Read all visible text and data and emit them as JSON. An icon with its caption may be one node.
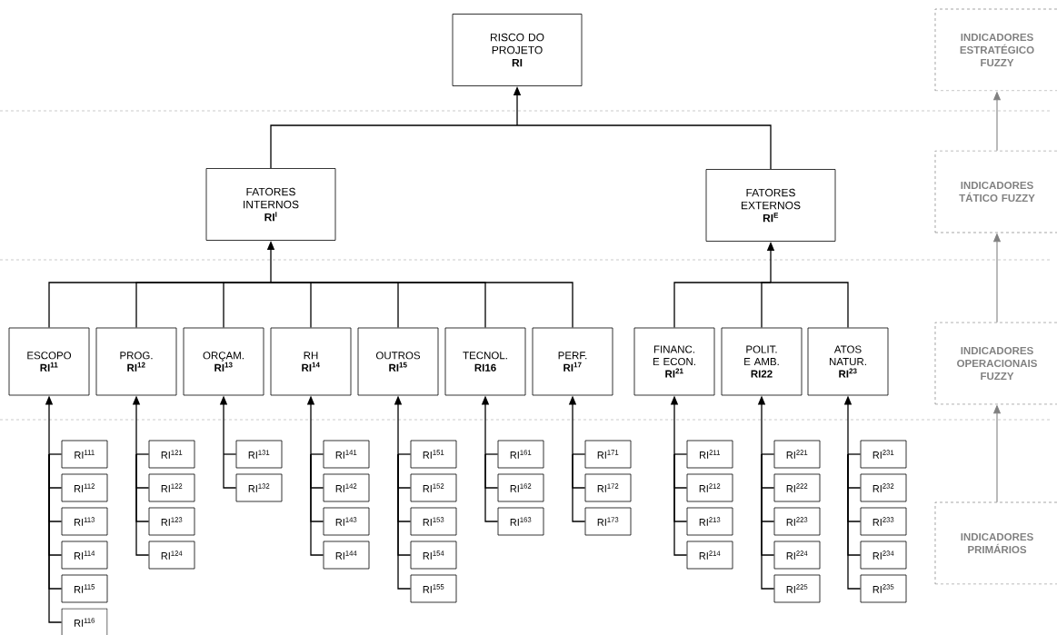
{
  "diagram": {
    "nodes": [
      {
        "text": [
          "RISCO DO PROJETO",
          "RI"
        ]
      },
      {
        "text": [
          "FATORES INTERNOS",
          "RI$^{I}$"
        ]
      },
      {
        "text": [
          "FATORES EXTERNOS",
          "RI$^{E}$"
        ]
      },
      {
        "text": [
          "ESCOPO",
          "RI$^{11}$"
        ]
      },
      {
        "text": [
          "PROG.",
          "RI$^{12}$"
        ]
      },
      {
        "text": [
          "ORÇAM.",
          "RI$^{13}$"
        ]
      },
      {
        "text": [
          "RH",
          "RI$^{14}$"
        ]
      },
      {
        "text": [
          "OUTROS",
          "RI$^{15}$"
        ]
      },
      {
        "text": [
          "TECNOL.",
          "RI16"
        ]
      },
      {
        "text": [
          "PERF.",
          "RI$^{17}$"
        ]
      },
      {
        "text": [
          "FINANC. E ECON.",
          "RI$^{21}$"
        ]
      },
      {
        "text": [
          "POLIT. E AMB.",
          "RI22"
        ]
      },
      {
        "text": [
          "ATOS NATUR.",
          "RI$^{23}$"
        ]
      },
      {
        "text": [
          "RI$^{111}$"
        ]
      },
      {
        "text": [
          "RI$^{112}$"
        ]
      },
      {
        "text": [
          "RI$^{113}$"
        ]
      },
      {
        "text": [
          "RI$^{114}$"
        ]
      },
      {
        "text": [
          "RI$^{115}$"
        ]
      },
      {
        "text": [
          "RI$^{116}$"
        ]
      },
      {
        "text": [
          "RI$^{121}$"
        ]
      },
      {
        "text": [
          "RI$^{122}$"
        ]
      },
      {
        "text": [
          "RI$^{123}$"
        ]
      },
      {
        "text": [
          "RI$^{124}$"
        ]
      },
      {
        "text": [
          "RI$^{131}$"
        ]
      },
      {
        "text": [
          "RI$^{132}$"
        ]
      },
      {
        "text": [
          "RI$^{141}$"
        ]
      },
      {
        "text": [
          "RI$^{142}$"
        ]
      },
      {
        "text": [
          "RI$^{143}$"
        ]
      },
      {
        "text": [
          "RI$^{144}$"
        ]
      },
      {
        "text": [
          "RI$^{151}$"
        ]
      },
      {
        "text": [
          "RI$^{152}$"
        ]
      },
      {
        "text": [
          "RI$^{153}$"
        ]
      },
      {
        "text": [
          "RI$^{154}$"
        ]
      },
      {
        "text": [
          "RI$^{155}$"
        ]
      },
      {
        "text": [
          "RI$^{161}$"
        ]
      },
      {
        "text": [
          "RI$^{162}$"
        ]
      },
      {
        "text": [
          "RI$^{163}$"
        ]
      },
      {
        "text": [
          "RI$^{171}$"
        ]
      },
      {
        "text": [
          "RI$^{172}$"
        ]
      },
      {
        "text": [
          "RI$^{173}$"
        ]
      },
      {
        "text": [
          "RI$^{211}$"
        ]
      },
      {
        "text": [
          "RI$^{212}$"
        ]
      },
      {
        "text": [
          "RI$^{213}$"
        ]
      },
      {
        "text": [
          "RI$^{214}$"
        ]
      },
      {
        "text": [
          "RI$^{221}$"
        ]
      },
      {
        "text": [
          "RI$^{222}$"
        ]
      },
      {
        "text": [
          "RI$^{223}$"
        ]
      },
      {
        "text": [
          "RI$^{224}$"
        ]
      },
      {
        "text": [
          "RI$^{225}$"
        ]
      },
      {
        "text": [
          "RI$^{231}$"
        ]
      },
      {
        "text": [
          "RI$^{232}$"
        ]
      },
      {
        "text": [
          "RI$^{233}$"
        ]
      },
      {
        "text": [
          "RI$^{234}$"
        ]
      },
      {
        "text": [
          "RI$^{235}$"
        ]
      },
      {
        "text": [
          "INDICADORES ESTRATÉGICO FUZZY"
        ]
      },
      {
        "text": [
          "INDICADORES TÁTICO FUZZY"
        ]
      },
      {
        "text": [
          "INDICADORES OPERACIONAIS FUZZY"
        ]
      },
      {
        "text": [
          "INDICADORES PRIMÁRIOS"
        ]
      }
    ],
    "edges": [
      {
        "from": 1,
        "to": 0,
        "arrow": "to"
      },
      {
        "from": 2,
        "to": 0,
        "arrow": "to"
      },
      {
        "from": 3,
        "to": 1,
        "arrow": "to"
      },
      {
        "from": 4,
        "to": 1,
        "arrow": "to"
      },
      {
        "from": 5,
        "to": 1,
        "arrow": "to"
      },
      {
        "from": 6,
        "to": 1,
        "arrow": "to"
      },
      {
        "from": 7,
        "to": 1,
        "arrow": "to"
      },
      {
        "from": 8,
        "to": 1,
        "arrow": "to"
      },
      {
        "from": 9,
        "to": 1,
        "arrow": "to"
      },
      {
        "from": 10,
        "to": 2,
        "arrow": "to"
      },
      {
        "from": 11,
        "to": 2,
        "arrow": "to"
      },
      {
        "from": 12,
        "to": 2,
        "arrow": "to"
      },
      {
        "from": 13,
        "to": 3,
        "arrow": "to"
      },
      {
        "from": 14,
        "to": 3,
        "arrow": "to"
      },
      {
        "from": 15,
        "to": 3,
        "arrow": "to"
      },
      {
        "from": 16,
        "to": 3,
        "arrow": "to"
      },
      {
        "from": 17,
        "to": 3,
        "arrow": "to"
      },
      {
        "from": 18,
        "to": 3,
        "arrow": "to"
      },
      {
        "from": 19,
        "to": 4,
        "arrow": "to"
      },
      {
        "from": 20,
        "to": 4,
        "arrow": "to"
      },
      {
        "from": 21,
        "to": 4,
        "arrow": "to"
      },
      {
        "from": 22,
        "to": 4,
        "arrow": "to"
      },
      {
        "from": 23,
        "to": 5,
        "arrow": "to"
      },
      {
        "from": 24,
        "to": 5,
        "arrow": "to"
      },
      {
        "from": 25,
        "to": 6,
        "arrow": "to"
      },
      {
        "from": 26,
        "to": 6,
        "arrow": "to"
      },
      {
        "from": 27,
        "to": 6,
        "arrow": "to"
      },
      {
        "from": 28,
        "to": 6,
        "arrow": "to"
      },
      {
        "from": 29,
        "to": 7,
        "arrow": "to"
      },
      {
        "from": 30,
        "to": 7,
        "arrow": "to"
      },
      {
        "from": 31,
        "to": 7,
        "arrow": "to"
      },
      {
        "from": 32,
        "to": 7,
        "arrow": "to"
      },
      {
        "from": 33,
        "to": 7,
        "arrow": "to"
      },
      {
        "from": 34,
        "to": 8,
        "arrow": "to"
      },
      {
        "from": 35,
        "to": 8,
        "arrow": "to"
      },
      {
        "from": 36,
        "to": 8,
        "arrow": "to"
      },
      {
        "from": 37,
        "to": 9,
        "arrow": "to"
      },
      {
        "from": 38,
        "to": 9,
        "arrow": "to"
      },
      {
        "from": 39,
        "to": 9,
        "arrow": "to"
      },
      {
        "from": 40,
        "to": 10,
        "arrow": "to"
      },
      {
        "from": 41,
        "to": 10,
        "arrow": "to"
      },
      {
        "from": 42,
        "to": 10,
        "arrow": "to"
      },
      {
        "from": 43,
        "to": 10,
        "arrow": "to"
      },
      {
        "from": 44,
        "to": 11,
        "arrow": "to"
      },
      {
        "from": 45,
        "to": 11,
        "arrow": "to"
      },
      {
        "from": 46,
        "to": 11,
        "arrow": "to"
      },
      {
        "from": 47,
        "to": 11,
        "arrow": "to"
      },
      {
        "from": 48,
        "to": 11,
        "arrow": "to"
      },
      {
        "from": 49,
        "to": 12,
        "arrow": "to"
      },
      {
        "from": 50,
        "to": 12,
        "arrow": "to"
      },
      {
        "from": 51,
        "to": 12,
        "arrow": "to"
      },
      {
        "from": 52,
        "to": 12,
        "arrow": "to"
      },
      {
        "from": 53,
        "to": 12,
        "arrow": "to"
      },
      {
        "from": 55,
        "to": 54,
        "arrow": "to",
        "color": "#808080"
      },
      {
        "from": 56,
        "to": 55,
        "arrow": "to",
        "color": "#808080"
      },
      {
        "from": 57,
        "to": 56,
        "arrow": "to",
        "color": "#808080"
      }
    ]
  }
}
